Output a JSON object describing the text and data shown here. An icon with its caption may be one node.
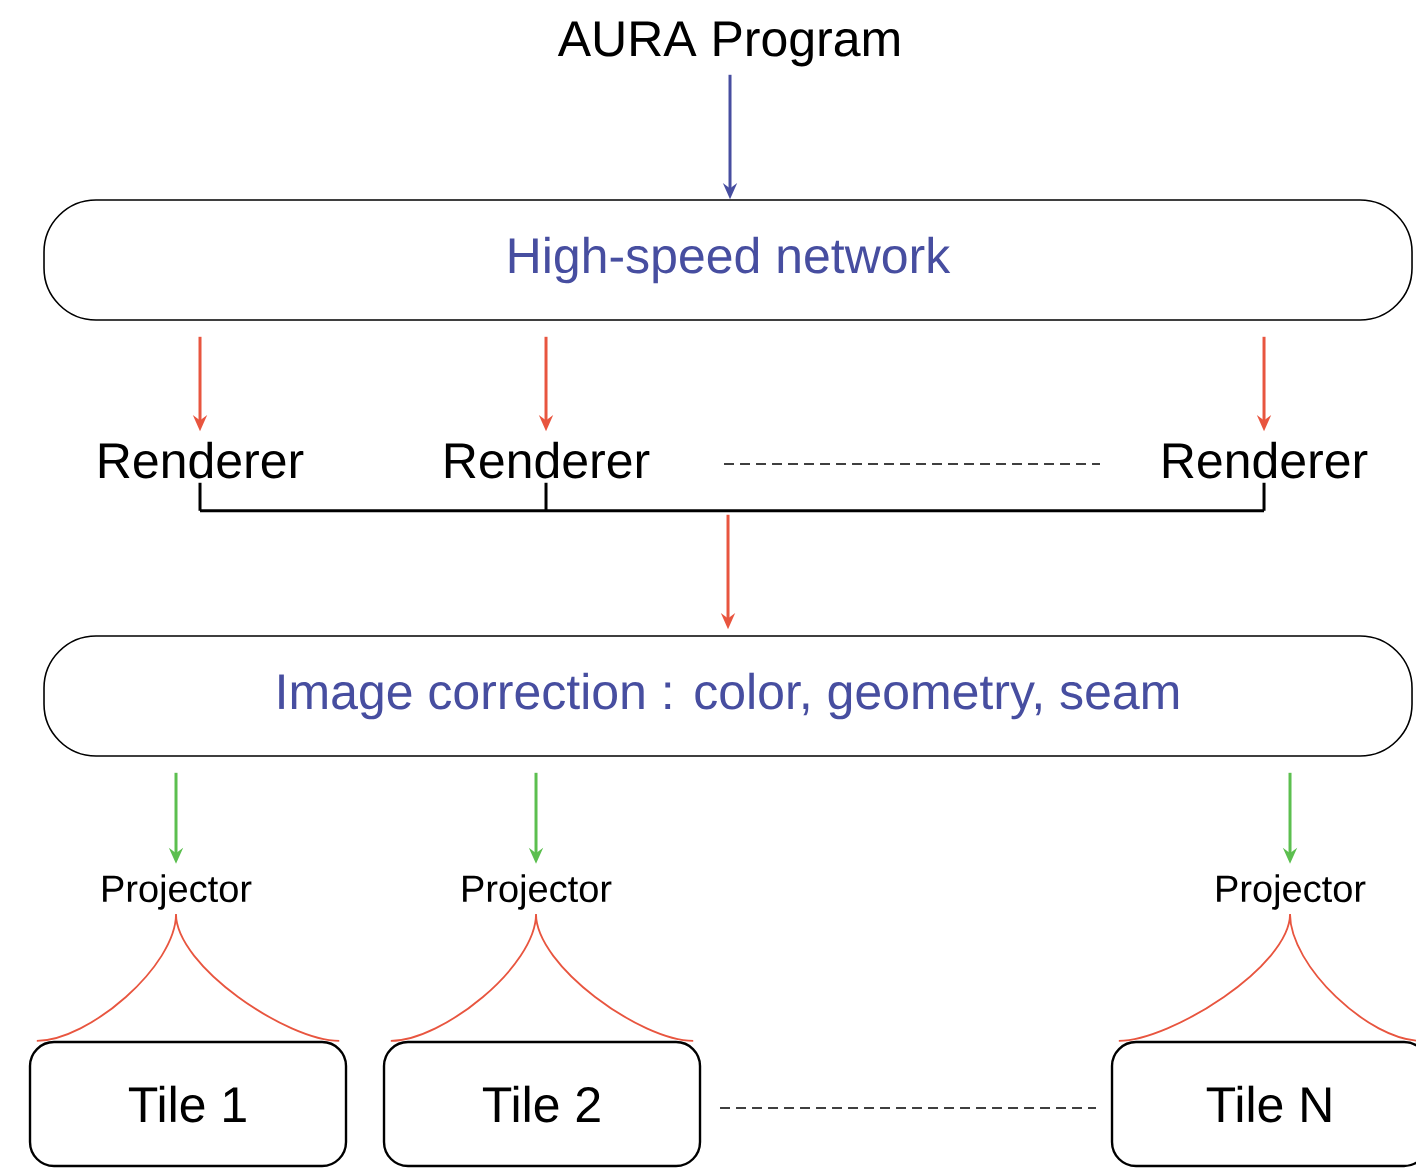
{
  "diagram": {
    "nodes": [
      {
        "text": [
          "AURA Program"
        ]
      },
      {
        "text": [
          "High-speed network"
        ]
      },
      {
        "text": [
          "Renderer"
        ]
      },
      {
        "text": [
          "Renderer"
        ]
      },
      {
        "text": [
          "Renderer"
        ]
      },
      {
        "text": [
          "Image correction : color, geometry, seam"
        ]
      },
      {
        "text": [
          "Projector"
        ]
      },
      {
        "text": [
          "Projector"
        ]
      },
      {
        "text": [
          "Projector"
        ]
      },
      {
        "text": [
          "Tile 1"
        ]
      },
      {
        "text": [
          "Tile 2"
        ]
      },
      {
        "text": [
          "Tile N"
        ]
      }
    ],
    "edges": [
      {
        "from": 0,
        "to": 1,
        "arrow": "to",
        "color": "#474ea0"
      },
      {
        "from": 1,
        "to": 2,
        "arrow": "to",
        "color": "#e8553f"
      },
      {
        "from": 1,
        "to": 3,
        "arrow": "to",
        "color": "#e8553f"
      },
      {
        "from": 1,
        "to": 4,
        "arrow": "to",
        "color": "#e8553f"
      },
      {
        "from": 2,
        "to": 5,
        "arrow": "to",
        "color": "#000000"
      },
      {
        "from": 3,
        "to": 5,
        "arrow": "to",
        "color": "#000000"
      },
      {
        "from": 4,
        "to": 5,
        "arrow": "to",
        "color": "#000000"
      },
      {
        "from": 5,
        "to": 6,
        "arrow": "to",
        "color": "#5cbf4f"
      },
      {
        "from": 5,
        "to": 7,
        "arrow": "to",
        "color": "#5cbf4f"
      },
      {
        "from": 5,
        "to": 8,
        "arrow": "to",
        "color": "#5cbf4f"
      },
      {
        "from": 6,
        "to": 9,
        "arrow": "none",
        "color": "#e8553f"
      },
      {
        "from": 7,
        "to": 10,
        "arrow": "none",
        "color": "#e8553f"
      },
      {
        "from": 8,
        "to": 11,
        "arrow": "none",
        "color": "#e8553f"
      }
    ]
  }
}
